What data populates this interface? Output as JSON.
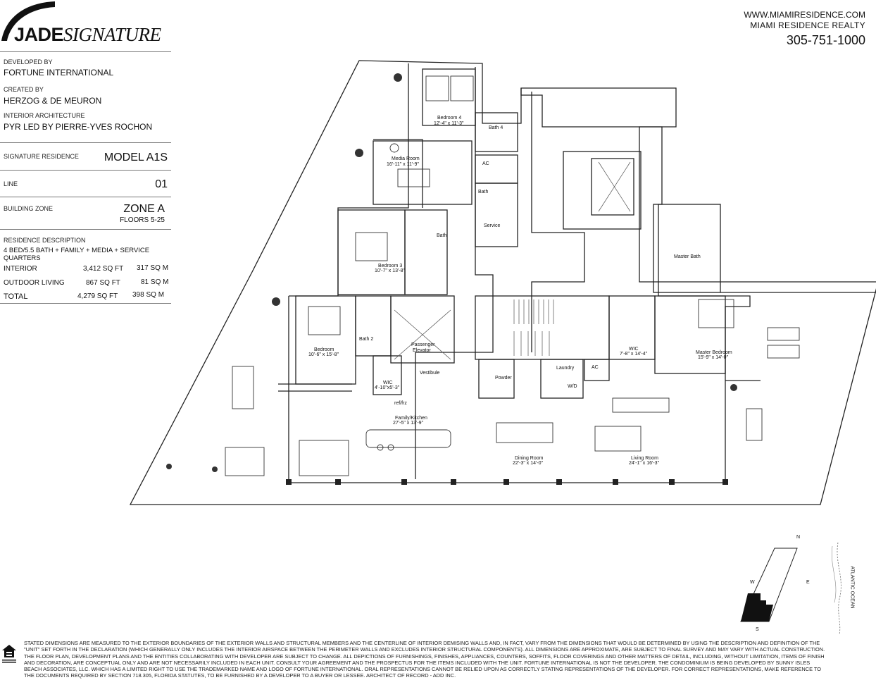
{
  "brand": {
    "logo_bold": "JADE",
    "logo_italic": "SIGNATURE"
  },
  "contact": {
    "website": "WWW.MIAMIRESIDENCE.COM",
    "company": "MIAMI RESIDENCE REALTY",
    "phone": "305-751-1000"
  },
  "credits": {
    "developed_by_label": "DEVELOPED BY",
    "developed_by": "FORTUNE INTERNATIONAL",
    "created_by_label": "CREATED BY",
    "created_by": "HERZOG & DE MEURON",
    "interior_label": "INTERIOR ARCHITECTURE",
    "interior": "PYR LED BY PIERRE-YVES ROCHON"
  },
  "specs": {
    "residence_label": "SIGNATURE RESIDENCE",
    "model": "MODEL A1S",
    "line_label": "LINE",
    "line": "01",
    "zone_label": "BUILDING ZONE",
    "zone": "ZONE A",
    "floors": "FLOORS  5-25",
    "desc_label": "RESIDENCE DESCRIPTION",
    "desc": "4 BED/5.5 BATH + FAMILY + MEDIA + SERVICE QUARTERS",
    "areas": [
      {
        "name": "INTERIOR",
        "sqft": "3,412 SQ FT",
        "sqm": "317 SQ M"
      },
      {
        "name": "OUTDOOR LIVING",
        "sqft": "867 SQ FT",
        "sqm": "81 SQ M"
      },
      {
        "name": "TOTAL",
        "sqft": "4,279 SQ FT",
        "sqm": "398 SQ M"
      }
    ]
  },
  "rooms": {
    "bedroom4": "Bedroom 4",
    "bedroom4_dim": "12'-4\" x 11'-3\"",
    "bath4": "Bath 4",
    "media": "Media Room",
    "media_dim": "16'-11\" x 11'-9\"",
    "ac1": "AC",
    "bath_s": "Bath",
    "service": "Service",
    "bedroom3": "Bedroom 3",
    "bedroom3_dim": "10'-7\" x 13'-8\"",
    "bath3": "Bath",
    "bedroom": "Bedroom",
    "bedroom_dim": "10'-6\" x 15'-8\"",
    "bath2": "Bath 2",
    "elevator": "Passenger",
    "elevator2": "Elevator",
    "wic1": "WIC",
    "wic1_dim": "4'-10\"x5'-3\"",
    "vestibule": "Vestibule",
    "reffrz": "ref/frz",
    "family": "Family/Kitchen",
    "family_dim": "27'-5\" x 13'-9\"",
    "powder": "Powder",
    "laundry": "Laundry",
    "wd": "W/D",
    "ac2": "AC",
    "dining": "Dining Room",
    "dining_dim": "22'-3\" x 14'-0\"",
    "living": "Living Room",
    "living_dim": "24'-1\" x 16'-3\"",
    "wic2": "WIC",
    "wic2_dim": "7'-8\" x 14'-4\"",
    "master": "Master Bedroom",
    "master_dim": "15'-9\" x 14'-0\"",
    "master_bath": "Master Bath"
  },
  "compass": {
    "n": "N",
    "s": "S",
    "e": "E",
    "w": "W",
    "ocean": "ATLANTIC OCEAN"
  },
  "disclaimer": "STATED DIMENSIONS ARE MEASURED TO THE EXTERIOR BOUNDARIES OF THE EXTERIOR WALLS AND STRUCTURAL MEMBERS AND THE CENTERLINE OF INTERIOR DEMISING WALLS AND, IN FACT, VARY FROM THE DIMENSIONS THAT WOULD BE DETERMINED BY USING THE DESCRIPTION AND DEFINITION OF THE \"UNIT\" SET FORTH IN THE DECLARATION (WHICH GENERALLY ONLY INCLUDES THE INTERIOR AIRSPACE BETWEEN THE PERIMETER WALLS AND EXCLUDES INTERIOR STRUCTURAL COMPONENTS). ALL DIMENSIONS ARE APPROXIMATE, ARE SUBJECT TO FINAL SURVEY AND MAY VARY WITH ACTUAL CONSTRUCTION. THE FLOOR PLAN, DEVELOPMENT PLANS AND THE ENTITIES COLLABORATING WITH DEVELOPER ARE SUBJECT TO CHANGE. ALL DEPICTIONS OF FURNISHINGS, FINISHES, APPLIANCES, COUNTERS, SOFFITS, FLOOR COVERINGS AND OTHER MATTERS OF DETAIL, INCLUDING, WITHOUT LIMITATION, ITEMS OF FINISH AND DECORATION, ARE CONCEPTUAL ONLY AND ARE NOT NECESSARILY INCLUDED IN EACH UNIT. CONSULT YOUR AGREEMENT AND THE PROSPECTUS FOR THE ITEMS INCLUDED WITH THE UNIT. FORTUNE INTERNATIONAL IS NOT THE DEVELOPER. THE CONDOMINIUM IS BEING DEVELOPED BY SUNNY ISLES BEACH ASSOCIATES, LLC. WHICH HAS A LIMITED RIGHT TO USE THE TRADEMARKED NAME AND LOGO OF FORTUNE INTERNATIONAL. ORAL REPRESENTATIONS CANNOT BE RELIED UPON AS CORRECTLY STATING REPRESENTATIONS OF THE DEVELOPER. FOR CORRECT REPRESENTATIONS, MAKE REFERENCE TO THE DOCUMENTS REQUIRED BY SECTION 718.305, FLORIDA STATUTES, TO BE FURNISHED BY A DEVELOPER TO A BUYER OR LESSEE. ARCHITECT OF RECORD - ADD INC."
}
